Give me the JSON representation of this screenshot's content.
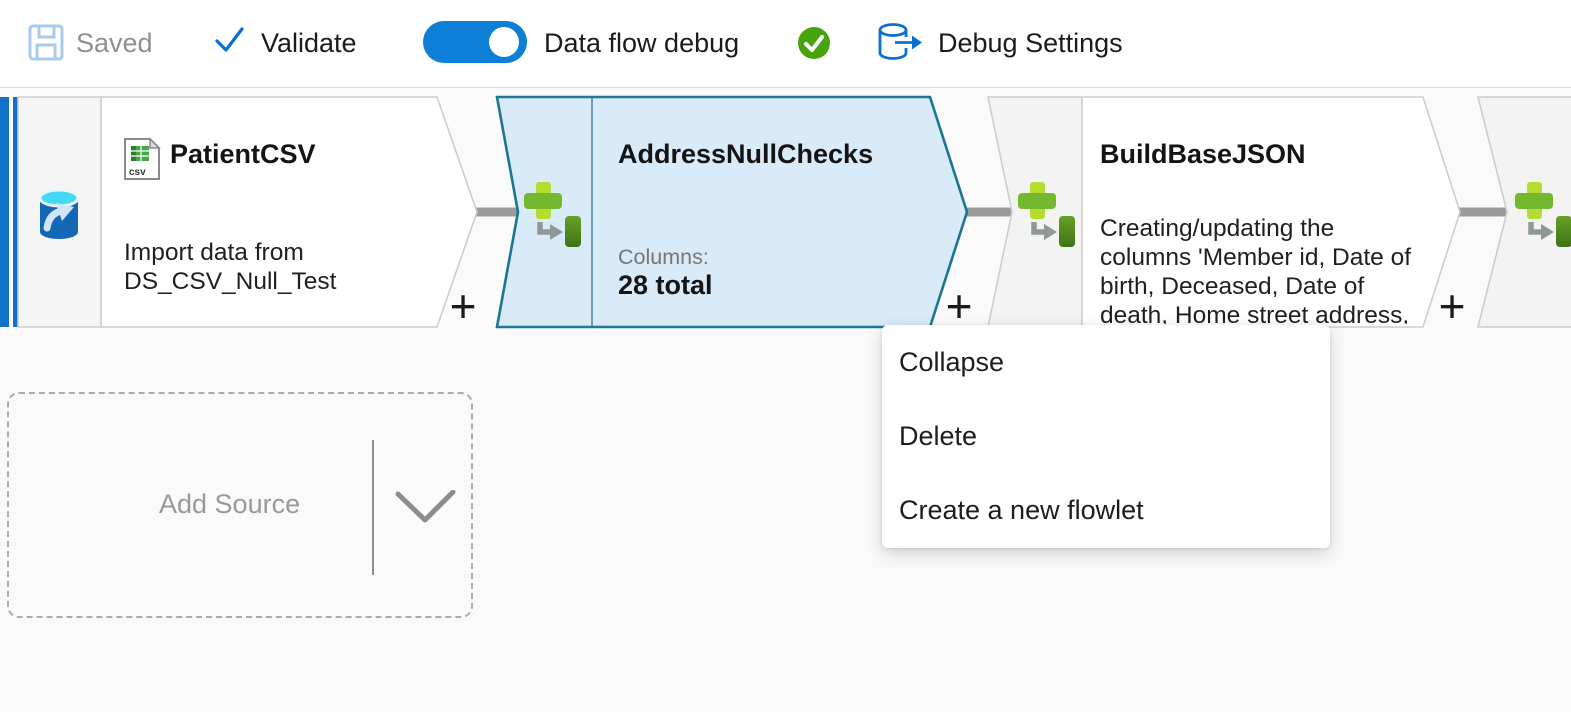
{
  "toolbar": {
    "saved_label": "Saved",
    "validate_label": "Validate",
    "data_flow_debug_label": "Data flow debug",
    "debug_toggle_state": "on",
    "debug_status": "success",
    "debug_settings_label": "Debug Settings"
  },
  "canvas": {
    "nodes": [
      {
        "type": "source",
        "title": "PatientCSV",
        "icon_badge": "csv",
        "description": "Import data from DS_CSV_Null_Test"
      },
      {
        "type": "derived-column",
        "title": "AddressNullChecks",
        "columns_label": "Columns:",
        "columns_value": "28 total",
        "selected": true
      },
      {
        "type": "derived-column",
        "title": "BuildBaseJSON",
        "description": "Creating/updating the columns 'Member id, Date of birth, Deceased, Date of death, Home street address,"
      },
      {
        "type": "derived-column",
        "partial": true
      }
    ],
    "plus_label": "+",
    "add_source": {
      "label": "Add Source"
    }
  },
  "context_menu": {
    "items": [
      {
        "label": "Collapse"
      },
      {
        "label": "Delete"
      },
      {
        "label": "Create a new flowlet"
      }
    ]
  },
  "colors": {
    "accent_blue": "#0e7fd6",
    "selected_fill": "#d9eaf8",
    "selected_border": "#1b7693",
    "success_green": "#48a40e",
    "derived_icon_green": "#74b82e",
    "connector_gray": "#9b9b9b"
  }
}
